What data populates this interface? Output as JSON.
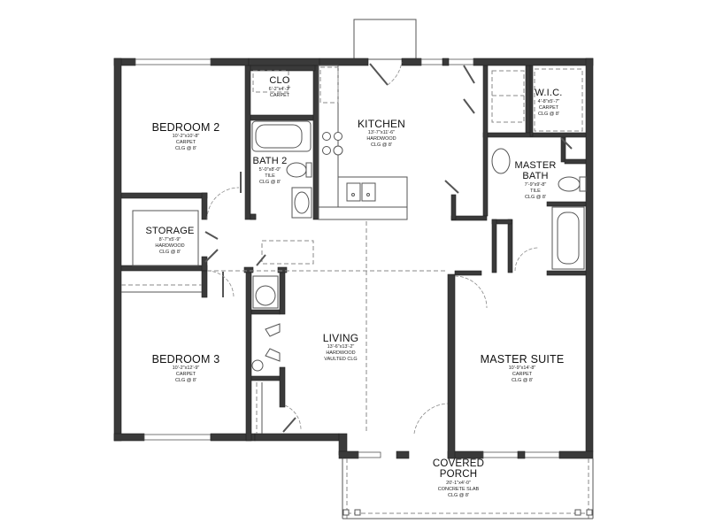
{
  "floor_plan": {
    "colors": {
      "wall": "#3a3a3a",
      "line": "#555555",
      "dashed": "#888888",
      "background": "#ffffff"
    },
    "rooms": [
      {
        "id": "bedroom2",
        "name": "BEDROOM 2",
        "dims": "10'-2\"x10'-8\"",
        "floor": "CARPET",
        "ceiling": "CLG @ 8'"
      },
      {
        "id": "clo",
        "name": "CLO",
        "dims": "6'-2\"x4'-3\"",
        "floor": "CARPET"
      },
      {
        "id": "kitchen",
        "name": "KITCHEN",
        "dims": "13'-7\"x11'-6\"",
        "floor": "HARDWOOD",
        "ceiling": "CLG @ 8'"
      },
      {
        "id": "bath2",
        "name": "BATH 2",
        "dims": "5'-0\"x8'-0\"",
        "floor": "TILE",
        "ceiling": "CLG @ 8'"
      },
      {
        "id": "wic",
        "name": "W.I.C.",
        "dims": "4'-8\"x5'-7\"",
        "floor": "CARPET",
        "ceiling": "CLG @ 8'"
      },
      {
        "id": "master_bath",
        "name_line1": "MASTER",
        "name_line2": "BATH",
        "dims": "7'-9\"x9'-8\"",
        "floor": "TILE",
        "ceiling": "CLG @ 8'"
      },
      {
        "id": "storage",
        "name": "STORAGE",
        "dims": "8'-7\"x5'-9\"",
        "floor": "HARDWOOD",
        "ceiling": "CLG @ 8'"
      },
      {
        "id": "bedroom3",
        "name": "BEDROOM 3",
        "dims": "10'-2\"x12'-9\"",
        "floor": "CARPET",
        "ceiling": "CLG @ 8'"
      },
      {
        "id": "living",
        "name": "LIVING",
        "dims": "13'-6\"x13'-2\"",
        "floor": "HARDWOOD",
        "ceiling": "VAULTED CLG"
      },
      {
        "id": "master_suite",
        "name": "MASTER SUITE",
        "dims": "10'-9\"x14'-8\"",
        "floor": "CARPET",
        "ceiling": "CLG @ 8'"
      },
      {
        "id": "porch",
        "name_line1": "COVERED",
        "name_line2": "PORCH",
        "dims": "20'-1\"x4'-0\"",
        "floor": "CONCRETE SLAB",
        "ceiling": "CLG @ 8'"
      }
    ]
  }
}
